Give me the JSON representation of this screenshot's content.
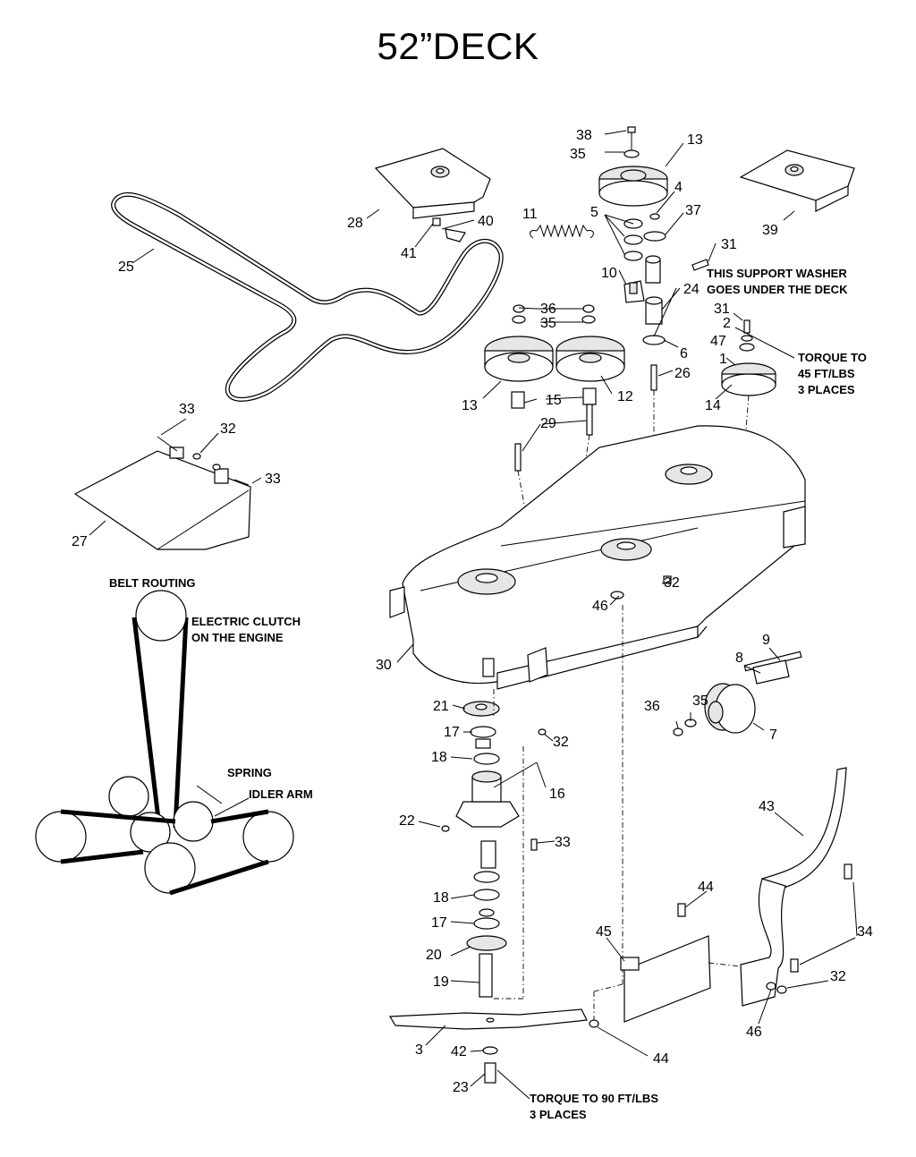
{
  "title": "52”DECK",
  "notes": {
    "support_washer_line1": "THIS SUPPORT WASHER",
    "support_washer_line2": "GOES UNDER THE DECK",
    "torque45_line1": "TORQUE TO",
    "torque45_line2": "45 FT/LBS",
    "torque45_line3": "3 PLACES",
    "torque90_line1": "TORQUE TO 90 FT/LBS",
    "torque90_line2": "3 PLACES",
    "belt_routing": "BELT ROUTING",
    "clutch_line1": "ELECTRIC CLUTCH",
    "clutch_line2": "ON THE ENGINE",
    "spring": "SPRING",
    "idler_arm": "IDLER ARM"
  },
  "callouts": [
    {
      "id": "c38",
      "text": "38"
    },
    {
      "id": "c35a",
      "text": "35"
    },
    {
      "id": "c13a",
      "text": "13"
    },
    {
      "id": "c4",
      "text": "4"
    },
    {
      "id": "c5",
      "text": "5"
    },
    {
      "id": "c37",
      "text": "37"
    },
    {
      "id": "c11",
      "text": "11"
    },
    {
      "id": "c28",
      "text": "28"
    },
    {
      "id": "c40",
      "text": "40"
    },
    {
      "id": "c41",
      "text": "41"
    },
    {
      "id": "c39",
      "text": "39"
    },
    {
      "id": "c25",
      "text": "25"
    },
    {
      "id": "c31a",
      "text": "31"
    },
    {
      "id": "c10",
      "text": "10"
    },
    {
      "id": "c24",
      "text": "24"
    },
    {
      "id": "c36a",
      "text": "36"
    },
    {
      "id": "c35b",
      "text": "35"
    },
    {
      "id": "c31b",
      "text": "31"
    },
    {
      "id": "c2",
      "text": "2"
    },
    {
      "id": "c47",
      "text": "47"
    },
    {
      "id": "c6",
      "text": "6"
    },
    {
      "id": "c1",
      "text": "1"
    },
    {
      "id": "c26",
      "text": "26"
    },
    {
      "id": "c13b",
      "text": "13"
    },
    {
      "id": "c15",
      "text": "15"
    },
    {
      "id": "c12",
      "text": "12"
    },
    {
      "id": "c14",
      "text": "14"
    },
    {
      "id": "c33a",
      "text": "33"
    },
    {
      "id": "c32a",
      "text": "32"
    },
    {
      "id": "c29",
      "text": "29"
    },
    {
      "id": "c33b",
      "text": "33"
    },
    {
      "id": "c27",
      "text": "27"
    },
    {
      "id": "c32b",
      "text": "32"
    },
    {
      "id": "c46a",
      "text": "46"
    },
    {
      "id": "c30",
      "text": "30"
    },
    {
      "id": "c9",
      "text": "9"
    },
    {
      "id": "c8",
      "text": "8"
    },
    {
      "id": "c36b",
      "text": "36"
    },
    {
      "id": "c35c",
      "text": "35"
    },
    {
      "id": "c7",
      "text": "7"
    },
    {
      "id": "c21",
      "text": "21"
    },
    {
      "id": "c17a",
      "text": "17"
    },
    {
      "id": "c32c",
      "text": "32"
    },
    {
      "id": "c18a",
      "text": "18"
    },
    {
      "id": "c16",
      "text": "16"
    },
    {
      "id": "c43",
      "text": "43"
    },
    {
      "id": "c22",
      "text": "22"
    },
    {
      "id": "c33c",
      "text": "33"
    },
    {
      "id": "c44a",
      "text": "44"
    },
    {
      "id": "c34",
      "text": "34"
    },
    {
      "id": "c18b",
      "text": "18"
    },
    {
      "id": "c45",
      "text": "45"
    },
    {
      "id": "c17b",
      "text": "17"
    },
    {
      "id": "c20",
      "text": "20"
    },
    {
      "id": "c32d",
      "text": "32"
    },
    {
      "id": "c19",
      "text": "19"
    },
    {
      "id": "c46b",
      "text": "46"
    },
    {
      "id": "c3",
      "text": "3"
    },
    {
      "id": "c42",
      "text": "42"
    },
    {
      "id": "c44b",
      "text": "44"
    },
    {
      "id": "c23",
      "text": "23"
    }
  ]
}
